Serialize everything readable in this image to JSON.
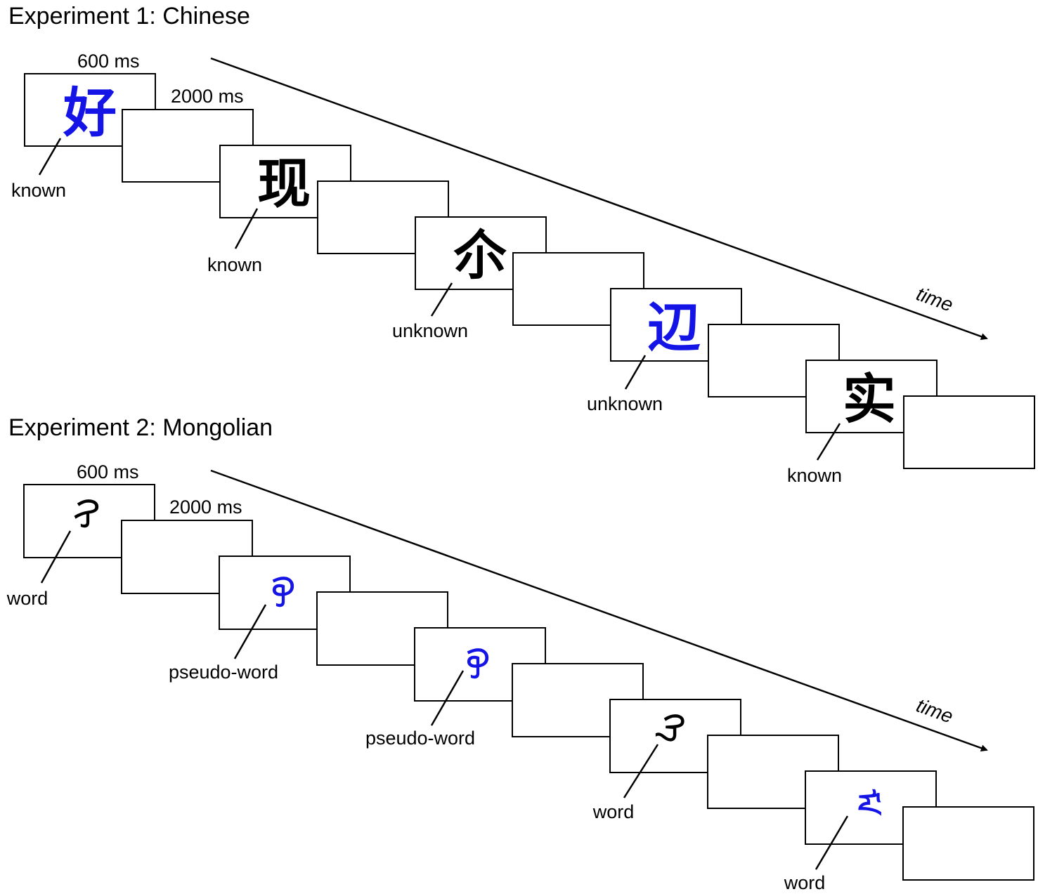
{
  "colors": {
    "stimulus_blue": "#1414e6",
    "stimulus_black": "#000000",
    "line": "#000000"
  },
  "experiments": [
    {
      "title": "Experiment 1: Chinese",
      "timing_stimulus": "600 ms",
      "timing_blank": "2000 ms",
      "time_label": "time",
      "trials": [
        {
          "stimulus": "好",
          "color": "blue",
          "condition": "known"
        },
        {
          "stimulus": "现",
          "color": "black",
          "condition": "known"
        },
        {
          "stimulus": "尒",
          "color": "black",
          "condition": "unknown"
        },
        {
          "stimulus": "辺",
          "color": "blue",
          "condition": "unknown"
        },
        {
          "stimulus": "实",
          "color": "black",
          "condition": "known"
        }
      ]
    },
    {
      "title": "Experiment 2: Mongolian",
      "timing_stimulus": "600 ms",
      "timing_blank": "2000 ms",
      "time_label": "time",
      "trials": [
        {
          "stimulus": "ᠬᠢ",
          "color": "black",
          "condition": "word"
        },
        {
          "stimulus": "ᠬᠥ",
          "color": "blue",
          "condition": "pseudo-word"
        },
        {
          "stimulus": "ᠭᠦ",
          "color": "blue",
          "condition": "pseudo-word"
        },
        {
          "stimulus": "ᠬᠡ",
          "color": "black",
          "condition": "word"
        },
        {
          "stimulus": "ᠮᠠ",
          "color": "blue",
          "condition": "word"
        }
      ]
    }
  ]
}
